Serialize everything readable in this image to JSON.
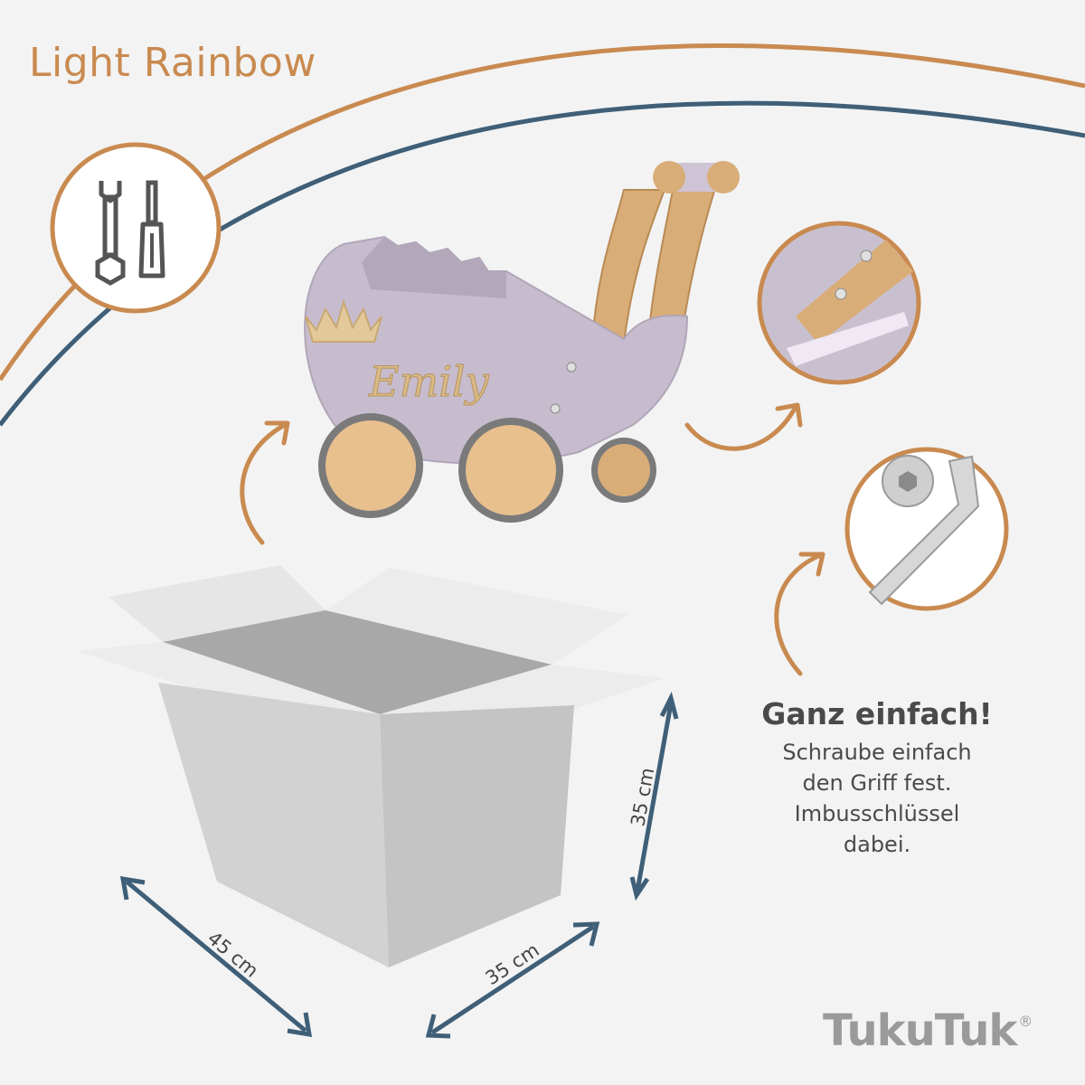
{
  "title": "Light Rainbow",
  "stroller": {
    "name_plate": "Emily"
  },
  "icons": {
    "tools": "wrench-screwdriver-icon",
    "screw_detail": "handle-screw-detail",
    "allen_key": "allen-key-icon"
  },
  "info": {
    "headline": "Ganz einfach!",
    "lines": [
      "Schraube einfach",
      "den Griff fest.",
      "Imbusschlüssel",
      "dabei."
    ]
  },
  "box": {
    "height_label": "35 cm",
    "length_label": "45 cm",
    "width_label": "35 cm"
  },
  "brand": {
    "name": "TukuTuk",
    "mark": "®"
  },
  "colors": {
    "background": "#f3f3f3",
    "accent_gold": "#c98a50",
    "accent_blue": "#3f5f78",
    "stroller_lilac": "#c6bccd",
    "wood": "#d9ad78",
    "text_dark": "#4a4a4a"
  }
}
